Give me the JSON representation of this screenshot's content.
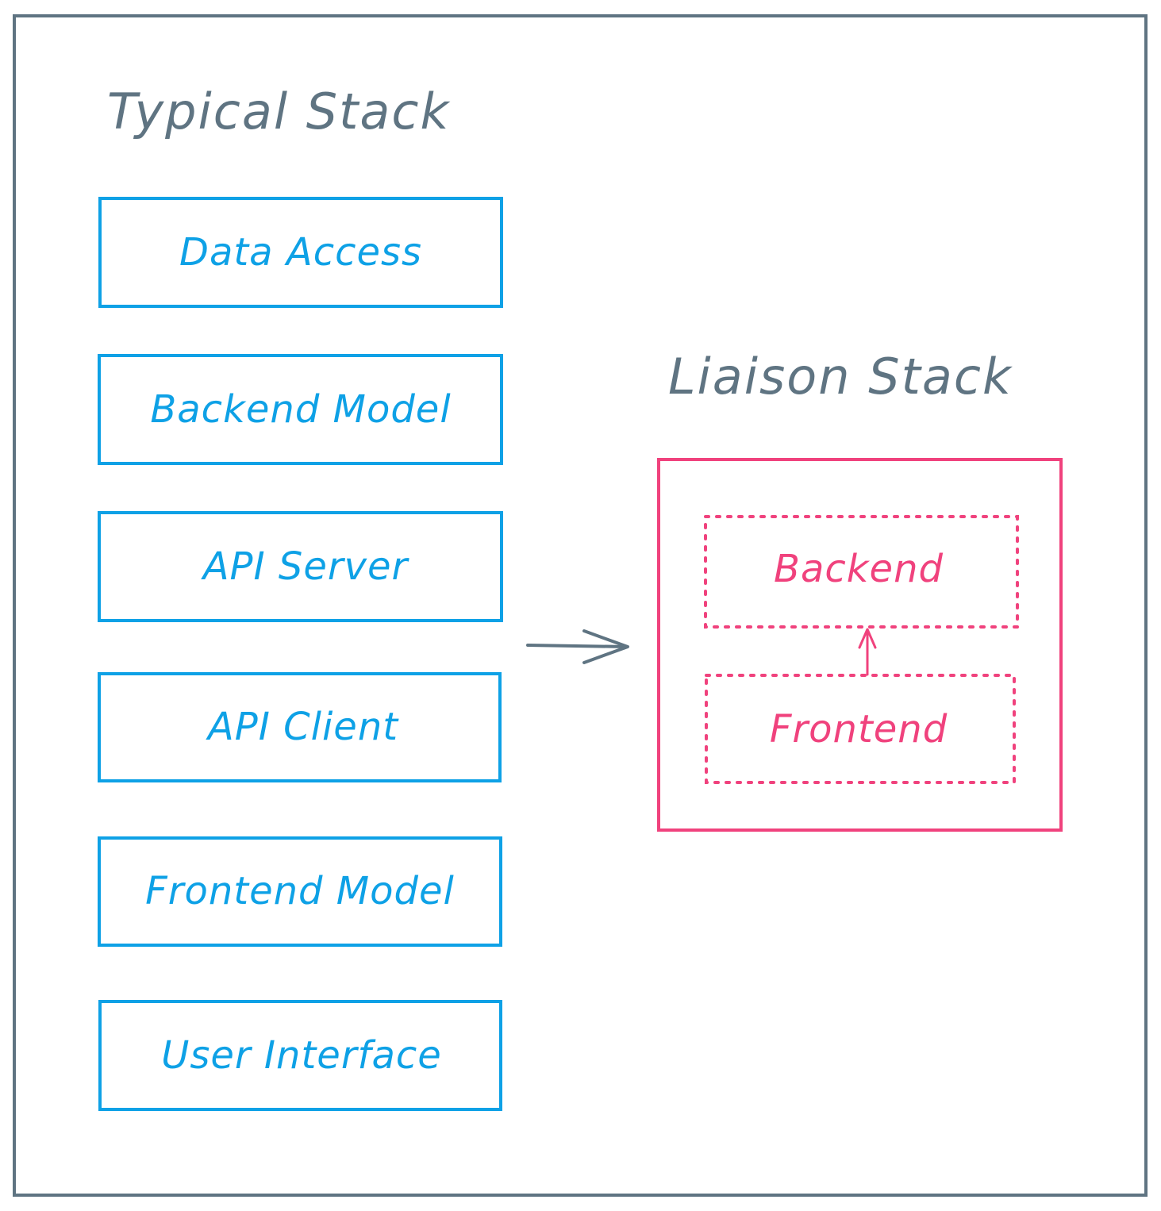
{
  "colors": {
    "frame": "#5f7482",
    "typical": "#0ea1e6",
    "liaison": "#f0427d",
    "arrow": "#5f7482"
  },
  "typical_stack": {
    "title": "Typical Stack",
    "layers": [
      "Data Access",
      "Backend Model",
      "API Server",
      "API Client",
      "Frontend Model",
      "User Interface"
    ]
  },
  "liaison_stack": {
    "title": "Liaison Stack",
    "backend_label": "Backend",
    "frontend_label": "Frontend"
  }
}
